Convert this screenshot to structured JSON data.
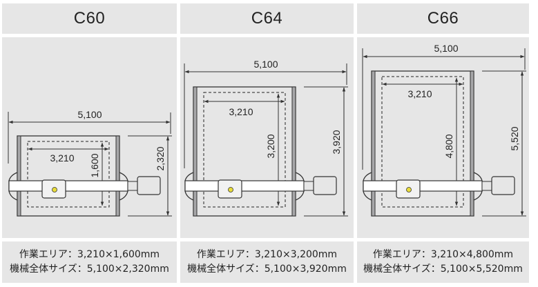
{
  "models": [
    {
      "name": "C60",
      "dims": {
        "overall_width": "5,100",
        "overall_depth": "2,320",
        "work_width": "3,210",
        "work_depth": "1,600"
      },
      "caption": {
        "work_area": "作業エリア：3,210×1,600mm",
        "machine_size": "機械全体サイズ：5,100×2,320mm"
      }
    },
    {
      "name": "C64",
      "dims": {
        "overall_width": "5,100",
        "overall_depth": "3,920",
        "work_width": "3,210",
        "work_depth": "3,200"
      },
      "caption": {
        "work_area": "作業エリア：3,210×3,200mm",
        "machine_size": "機械全体サイズ：5,100×3,920mm"
      }
    },
    {
      "name": "C66",
      "dims": {
        "overall_width": "5,100",
        "overall_depth": "5,520",
        "work_width": "3,210",
        "work_depth": "4,800"
      },
      "caption": {
        "work_area": "作業エリア：3,210×4,800mm",
        "machine_size": "機械全体サイズ：5,100×5,520mm"
      }
    }
  ],
  "colors": {
    "panel_bg": "#e6e6e6",
    "frame_side": "#a7a7a9",
    "indicator": "#e8dc3a",
    "line": "#333333"
  }
}
